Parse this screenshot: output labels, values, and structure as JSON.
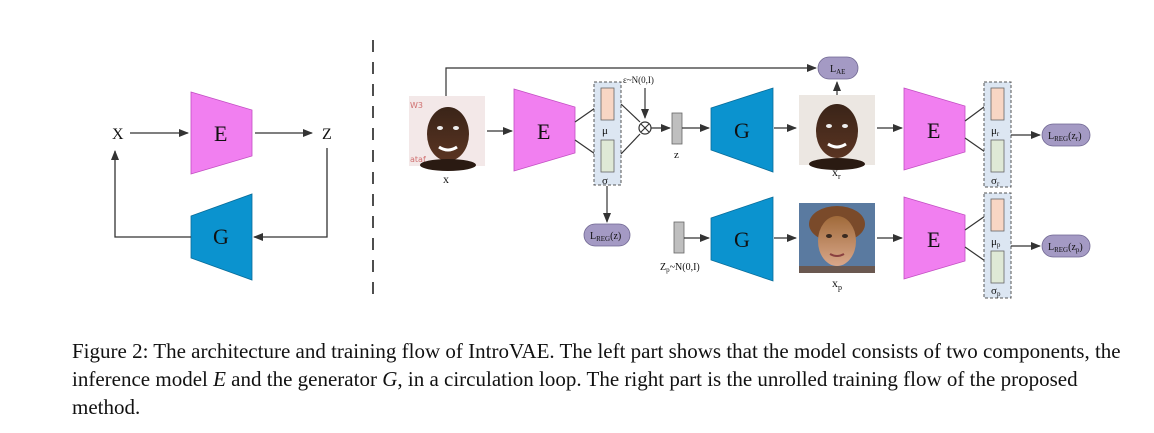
{
  "left": {
    "x_label": "X",
    "z_label": "Z",
    "encoder_label": "E",
    "generator_label": "G"
  },
  "right": {
    "encoder_label": "E",
    "generator_label": "G",
    "x_label": "x",
    "xr_label": "x",
    "xr_sub": "r",
    "xp_label": "x",
    "xp_sub": "p",
    "z_label": "z",
    "eps_label": "ε~N(0,I)",
    "zp_label": "Z",
    "zp_sub": "p",
    "zp_dist": "~N(0,I)",
    "mu_label": "μ",
    "sigma_label": "σ",
    "mur_label": "μ",
    "mur_sub": "r",
    "sigmar_label": "σ",
    "sigmar_sub": "r",
    "mup_label": "μ",
    "mup_sub": "p",
    "sigmap_label": "σ",
    "sigmap_sub": "p",
    "lae_main": "L",
    "lae_sub": "AE",
    "lregz_main": "L",
    "lregz_sub": "REG",
    "lregz_arg": "(z)",
    "lregzr_main": "L",
    "lregzr_sub": "REG",
    "lregzr_arg": "(z",
    "lregzr_arg_sub": "r",
    "lregzr_close": ")",
    "lregzp_main": "L",
    "lregzp_sub": "REG",
    "lregzp_arg": "(z",
    "lregzp_arg_sub": "p",
    "lregzp_close": ")"
  },
  "caption": {
    "prefix": "Figure 2: The architecture and training flow of IntroVAE. The left part shows that the model consists of two components, the inference model ",
    "e_symbol": "E",
    "middle": " and the generator ",
    "g_symbol": "G",
    "suffix": ", in a circulation loop. The right part is the unrolled training flow of the proposed method."
  },
  "colors": {
    "encoder": "#f17ff0",
    "generator": "#0b93cf",
    "mu_box": "#f8d6c4",
    "sigma_box": "#dfe9d6",
    "latent_group": "#dce6f2",
    "loss_pill": "#a49ac4",
    "z_block": "#bfbfbf"
  }
}
